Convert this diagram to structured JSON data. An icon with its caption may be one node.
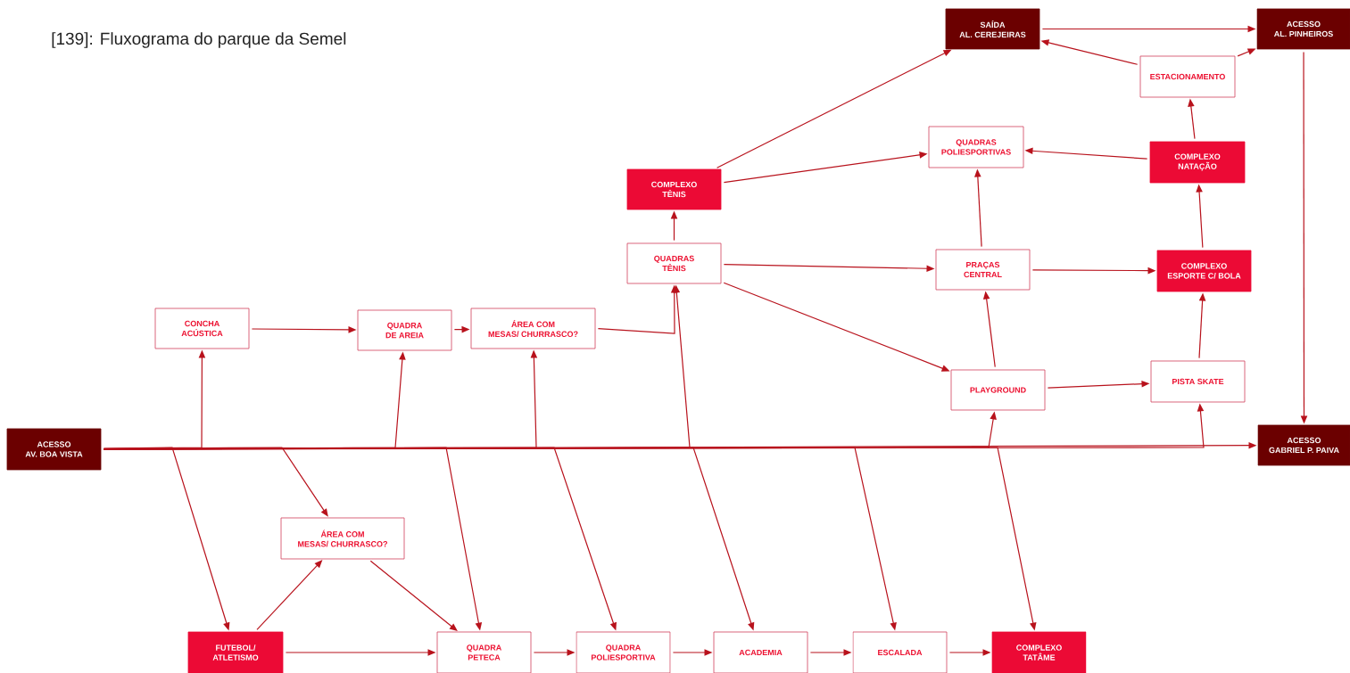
{
  "diagram": {
    "title": "[139]: Fluxograma do parque da Semel",
    "nodes": [
      {
        "text": [
          "ACESSO AV. BOA VISTA"
        ]
      },
      {
        "text": [
          "SAÍDA AL. CEREJEIRAS"
        ]
      },
      {
        "text": [
          "ACESSO AL. PINHEIROS"
        ]
      },
      {
        "text": [
          "ESTACIONAMENTO"
        ]
      },
      {
        "text": [
          "QUADRAS POLIESPORTIVAS"
        ]
      },
      {
        "text": [
          "COMPLEXO NATAÇÃO"
        ]
      },
      {
        "text": [
          "COMPLEXO TÊNIS"
        ]
      },
      {
        "text": [
          "QUADRAS TÊNIS"
        ]
      },
      {
        "text": [
          "PRAÇAS CENTRAL"
        ]
      },
      {
        "text": [
          "COMPLEXO ESPORTE C/ BOLA"
        ]
      },
      {
        "text": [
          "CONCHA ACÚSTICA"
        ]
      },
      {
        "text": [
          "QUADRA DE AREIA"
        ]
      },
      {
        "text": [
          "ÁREA COM MESAS/ CHURRASCO?"
        ]
      },
      {
        "text": [
          "PLAYGROUND"
        ]
      },
      {
        "text": [
          "PISTA SKATE"
        ]
      },
      {
        "text": [
          "ACESSO GABRIEL P. PAIVA"
        ]
      },
      {
        "text": [
          "ÁREA COM MESAS/ CHURRASCO?"
        ]
      },
      {
        "text": [
          "FUTEBOL/ ATLETISMO"
        ]
      },
      {
        "text": [
          "QUADRA PETECA"
        ]
      },
      {
        "text": [
          "QUADRA POLIESPORTIVA"
        ]
      },
      {
        "text": [
          "ACADEMIA"
        ]
      },
      {
        "text": [
          "ESCALADA"
        ]
      },
      {
        "text": [
          "COMPLEXO TATÂME"
        ]
      }
    ],
    "edges": [
      {
        "from": 0,
        "to": 15,
        "arrow": "to"
      },
      {
        "from": 0,
        "to": 10,
        "arrow": "to"
      },
      {
        "from": 0,
        "to": 11,
        "arrow": "to"
      },
      {
        "from": 0,
        "to": 12,
        "arrow": "to"
      },
      {
        "from": 0,
        "to": 7,
        "arrow": "to"
      },
      {
        "from": 0,
        "to": 13,
        "arrow": "to"
      },
      {
        "from": 0,
        "to": 14,
        "arrow": "to"
      },
      {
        "from": 0,
        "to": 17,
        "arrow": "to"
      },
      {
        "from": 0,
        "to": 16,
        "arrow": "to"
      },
      {
        "from": 0,
        "to": 18,
        "arrow": "to"
      },
      {
        "from": 0,
        "to": 19,
        "arrow": "to"
      },
      {
        "from": 0,
        "to": 20,
        "arrow": "to"
      },
      {
        "from": 0,
        "to": 21,
        "arrow": "to"
      },
      {
        "from": 0,
        "to": 22,
        "arrow": "to"
      },
      {
        "from": 10,
        "to": 11,
        "arrow": "to"
      },
      {
        "from": 11,
        "to": 12,
        "arrow": "to"
      },
      {
        "from": 12,
        "to": 7,
        "arrow": "to"
      },
      {
        "from": 7,
        "to": 6,
        "arrow": "to"
      },
      {
        "from": 7,
        "to": 8,
        "arrow": "to"
      },
      {
        "from": 7,
        "to": 13,
        "arrow": "to"
      },
      {
        "from": 6,
        "to": 1,
        "arrow": "to"
      },
      {
        "from": 6,
        "to": 4,
        "arrow": "to"
      },
      {
        "from": 8,
        "to": 4,
        "arrow": "to"
      },
      {
        "from": 8,
        "to": 9,
        "arrow": "to"
      },
      {
        "from": 13,
        "to": 8,
        "arrow": "to"
      },
      {
        "from": 13,
        "to": 14,
        "arrow": "to"
      },
      {
        "from": 14,
        "to": 9,
        "arrow": "to"
      },
      {
        "from": 9,
        "to": 5,
        "arrow": "to"
      },
      {
        "from": 5,
        "to": 4,
        "arrow": "to"
      },
      {
        "from": 5,
        "to": 3,
        "arrow": "to"
      },
      {
        "from": 3,
        "to": 1,
        "arrow": "to"
      },
      {
        "from": 3,
        "to": 2,
        "arrow": "to"
      },
      {
        "from": 1,
        "to": 2,
        "arrow": "to"
      },
      {
        "from": 2,
        "to": 15,
        "arrow": "to"
      },
      {
        "from": 17,
        "to": 16,
        "arrow": "to"
      },
      {
        "from": 16,
        "to": 18,
        "arrow": "to"
      },
      {
        "from": 17,
        "to": 18,
        "arrow": "to"
      },
      {
        "from": 18,
        "to": 19,
        "arrow": "to"
      },
      {
        "from": 19,
        "to": 20,
        "arrow": "to"
      },
      {
        "from": 20,
        "to": 21,
        "arrow": "to"
      },
      {
        "from": 21,
        "to": 22,
        "arrow": "to"
      }
    ]
  }
}
